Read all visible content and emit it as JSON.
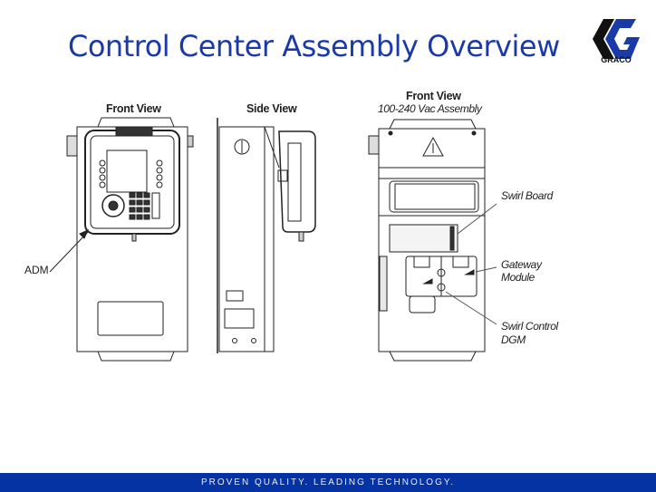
{
  "slide": {
    "title": "Control Center Assembly Overview"
  },
  "logo": {
    "text": "GRACO",
    "colors": {
      "black": "#111111",
      "blue": "#1a3aa8"
    }
  },
  "views": {
    "front": {
      "heading": "Front View",
      "callout": "ADM"
    },
    "side": {
      "heading": "Side View"
    },
    "front_vac": {
      "heading": "Front View",
      "subheading": "100-240 Vac Assembly",
      "callouts": {
        "swirl_board": "Swirl Board",
        "gateway_1": "Gateway",
        "gateway_2": "Module",
        "swirl_control_1": "Swirl Control",
        "swirl_control_2": "DGM"
      }
    }
  },
  "footer": {
    "tagline": "PROVEN QUALITY. LEADING TECHNOLOGY.",
    "color": "#0533a4"
  }
}
